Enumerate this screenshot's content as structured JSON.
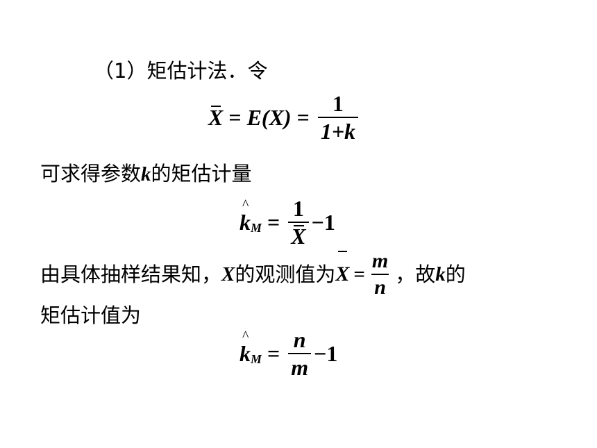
{
  "slide": {
    "line1": "（1）矩估计法．令",
    "line2_prefix": "可求得参数",
    "line2_var": "k",
    "line2_suffix": "的矩估计量",
    "line3_prefix": "由具体抽样结果知，",
    "line3_var": "X",
    "line3_mid": "的观测值为",
    "line3_after": "，故",
    "line3_var2": "k",
    "line3_end": "的",
    "line4": "矩估计值为"
  },
  "eq1": {
    "lhs": "X",
    "mid": "E(X)",
    "num": "1",
    "den": "1+k"
  },
  "eq2": {
    "lhs": "k",
    "sub": "M",
    "num": "1",
    "den": "X",
    "tail": "−1"
  },
  "inline_eq": {
    "lhs": "X",
    "num": "m",
    "den": "n"
  },
  "eq3": {
    "lhs": "k",
    "sub": "M",
    "num": "n",
    "den": "m",
    "tail": "−1"
  }
}
